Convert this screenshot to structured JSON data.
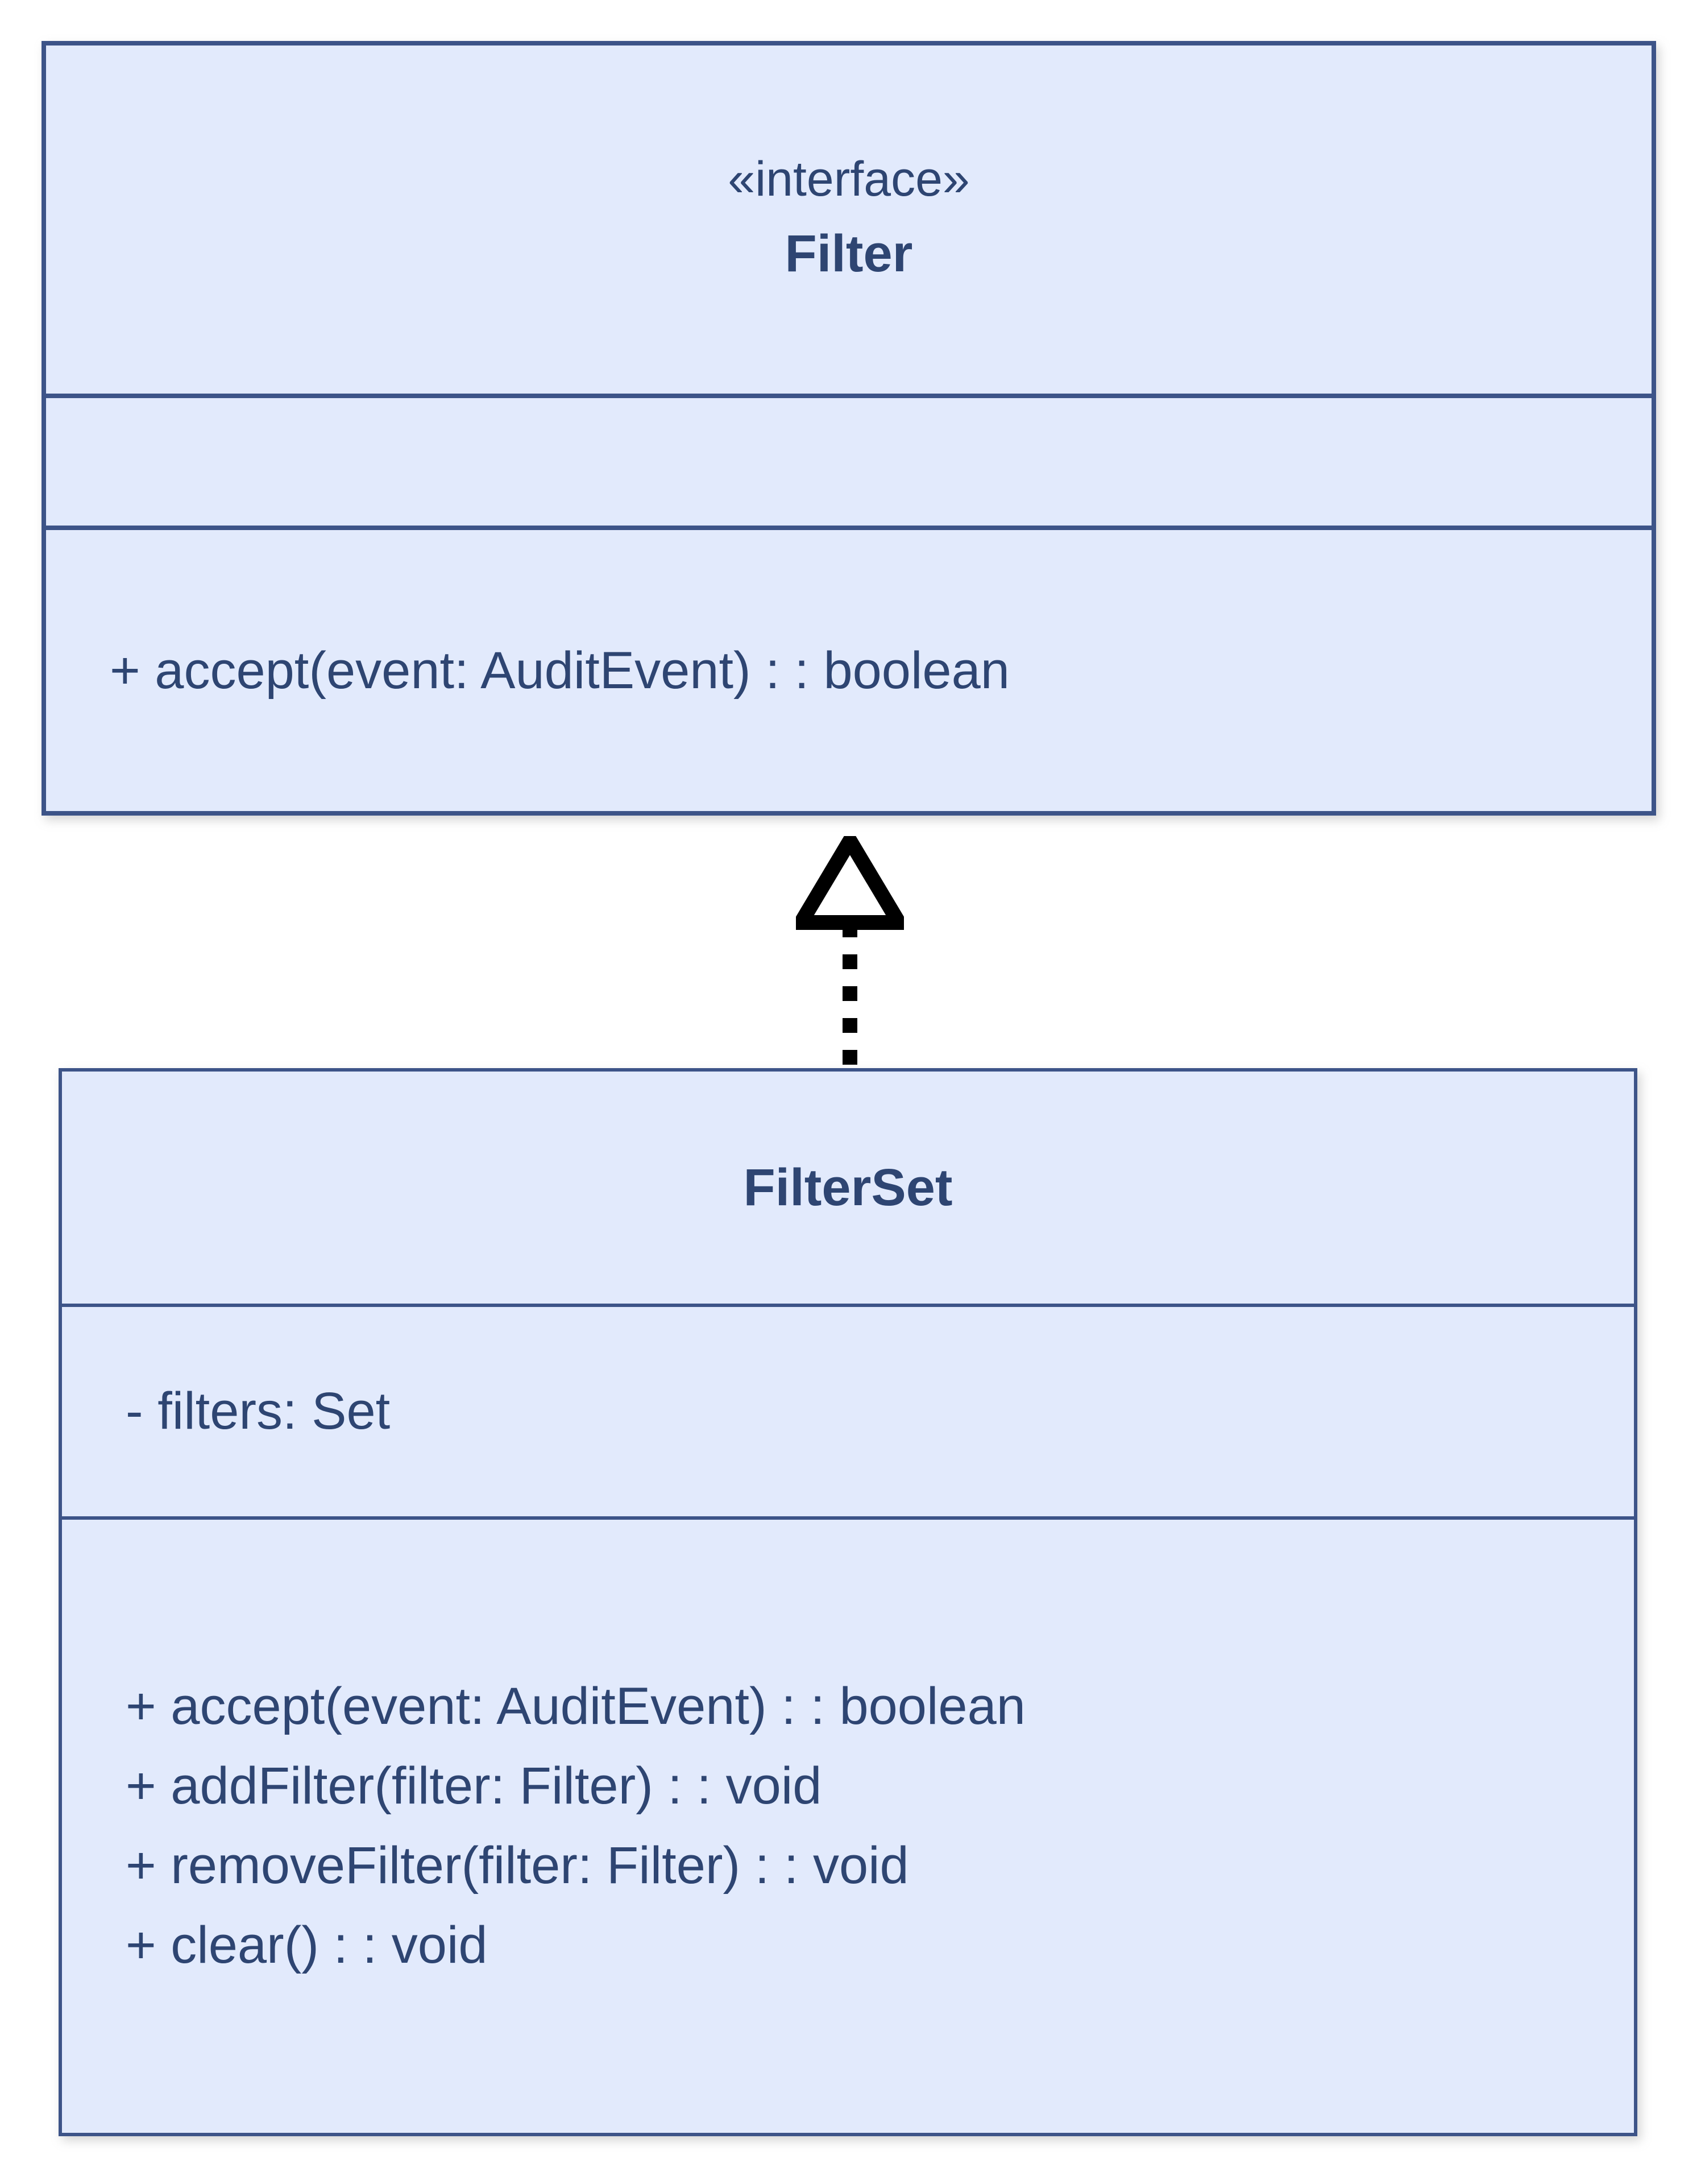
{
  "diagram": {
    "type": "uml-class-diagram",
    "background_color": "#ffffff",
    "class_fill_color": "#e2eafc",
    "class_border_color": "#3d5488",
    "text_color": "#2e4572",
    "connector_color": "#000000"
  },
  "classes": [
    {
      "id": "filter",
      "stereotype": "«interface»",
      "name": "Filter",
      "attributes": [],
      "operations": [
        "+ accept(event: AuditEvent) : : boolean"
      ]
    },
    {
      "id": "filterset",
      "stereotype": "",
      "name": "FilterSet",
      "attributes": [
        "- filters: Set"
      ],
      "operations": [
        "+ accept(event: AuditEvent) : : boolean",
        "+ addFilter(filter: Filter) : : void",
        "+ removeFilter(filter: Filter) : : void",
        "+ clear() : : void"
      ]
    }
  ],
  "relationships": [
    {
      "id": "filterset-realizes-filter",
      "kind": "realization",
      "from": "FilterSet",
      "to": "Filter",
      "line_style": "dotted",
      "arrowhead": "hollow-triangle"
    }
  ]
}
